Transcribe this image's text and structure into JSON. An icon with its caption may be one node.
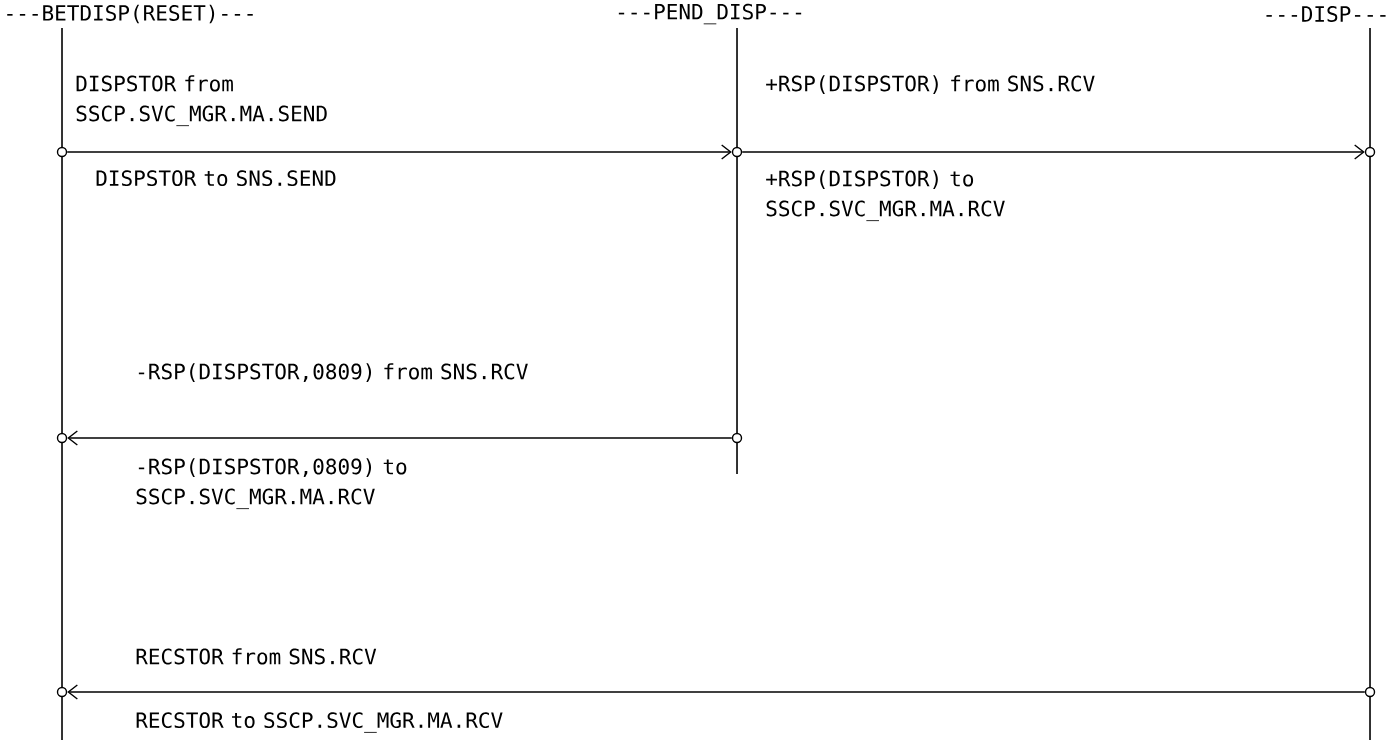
{
  "diagram": {
    "nodes": [
      {
        "text": [
          "---BETDISP(RESET)---"
        ]
      },
      {
        "text": [
          "---PEND_DISP---"
        ]
      },
      {
        "text": [
          "---DISP---"
        ]
      },
      {
        "text": [],
        "shape": "circle"
      },
      {
        "text": [],
        "shape": "circle"
      },
      {
        "text": [],
        "shape": "circle"
      },
      {
        "text": [],
        "shape": "circle"
      },
      {
        "text": [],
        "shape": "circle"
      },
      {
        "text": [],
        "shape": "circle"
      },
      {
        "text": [],
        "shape": "circle"
      }
    ],
    "edges": [
      {
        "from": 3,
        "to": 4,
        "arrow": "to"
      },
      {
        "from": 4,
        "to": 5,
        "arrow": "to"
      },
      {
        "from": 7,
        "to": 6,
        "arrow": "to"
      },
      {
        "from": 9,
        "to": 8,
        "arrow": "to"
      }
    ],
    "labels": [
      "DISPSTOR from SSCP.SVC_MGR.MA.SEND",
      "+RSP(DISPSTOR) from SNS.RCV",
      "DISPSTOR to SNS.SEND",
      "+RSP(DISPSTOR) to SSCP.SVC_MGR.MA.RCV",
      "-RSP(DISPSTOR,0809) from SNS.RCV",
      "-RSP(DISPSTOR,0809) to SSCP.SVC_MGR.MA.RCV",
      "RECSTOR from SNS.RCV",
      "RECSTOR to SSCP.SVC_MGR.MA.RCV"
    ]
  }
}
